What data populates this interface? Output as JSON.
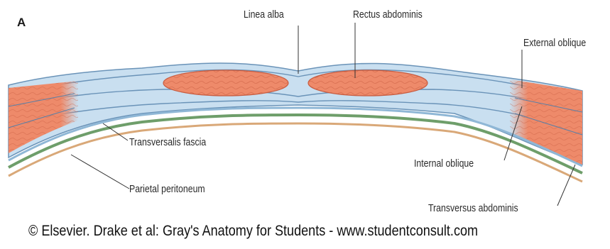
{
  "panel_letter": "A",
  "labels": {
    "linea_alba": "Linea alba",
    "rectus_abdominis": "Rectus abdominis",
    "external_oblique": "External oblique",
    "transversalis_fascia": "Transversalis fascia",
    "parietal_peritoneum": "Parietal peritoneum",
    "internal_oblique": "Internal oblique",
    "transversus_abdominis": "Transversus abdominis"
  },
  "caption": "© Elsevier. Drake et al: Gray's Anatomy for Students - www.studentconsult.com",
  "colors": {
    "muscle": "#ee8a6a",
    "muscle_dark": "#d8694c",
    "fascia": "#c9dff0",
    "fascia_line": "#6a93b8",
    "peritoneum_green": "#6e9e6a",
    "peritoneum_tan": "#d9a878"
  }
}
